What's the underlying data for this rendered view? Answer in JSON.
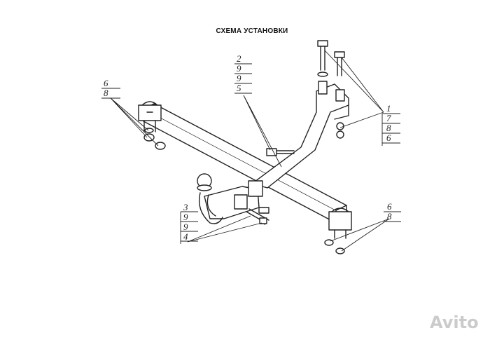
{
  "title": "СХЕМА УСТАНОВКИ",
  "callouts": {
    "group_top_center": [
      "2",
      "9",
      "9",
      "5"
    ],
    "group_left_top": [
      "6",
      "8"
    ],
    "group_right_top": [
      "1",
      "7",
      "8",
      "6"
    ],
    "group_left_bottom": [
      "3",
      "9",
      "9",
      "4"
    ],
    "group_right_bottom": [
      "6",
      "8"
    ]
  },
  "watermark": "Avito",
  "colors": {
    "line": "#222222",
    "background": "#ffffff",
    "watermark": "#a0a0a0"
  }
}
